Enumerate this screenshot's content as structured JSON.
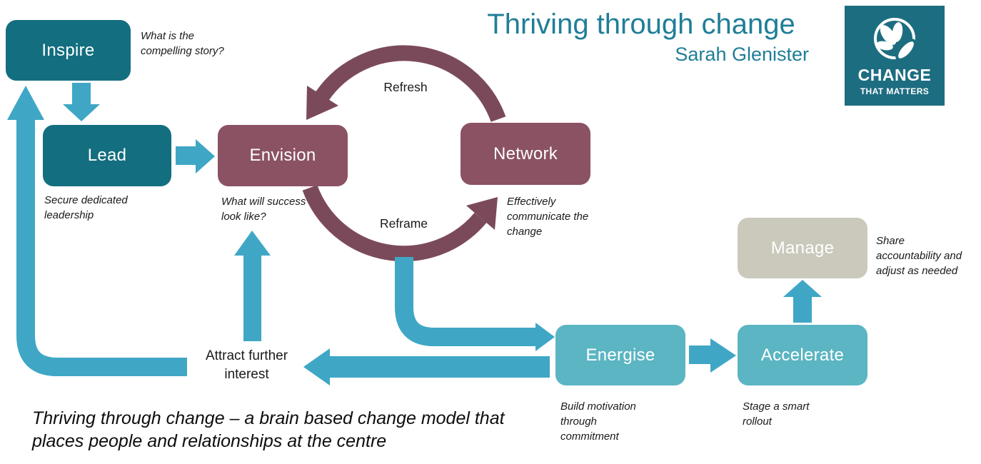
{
  "header": {
    "title": "Thriving through change",
    "subtitle": "Sarah Glenister"
  },
  "logo": {
    "icon": "lotus-leaves-icon",
    "word1": "CHANGE",
    "word2": "THAT MATTERS"
  },
  "cycle": {
    "top_label": "Refresh",
    "bottom_label": "Reframe"
  },
  "nodes": {
    "inspire": {
      "label": "Inspire",
      "note": "What is the\ncompelling story?"
    },
    "lead": {
      "label": "Lead",
      "note": "Secure dedicated\nleadership"
    },
    "envision": {
      "label": "Envision",
      "note": "What will success\nlook like?"
    },
    "network": {
      "label": "Network",
      "note": "Effectively\ncommunicate the\nchange"
    },
    "manage": {
      "label": "Manage",
      "note": "Share\naccountability and\nadjust as needed"
    },
    "energise": {
      "label": "Energise",
      "note": "Build motivation\nthrough\ncommitment"
    },
    "accelerate": {
      "label": "Accelerate",
      "note": "Stage a smart\nrollout"
    }
  },
  "flow_labels": {
    "attract": "Attract further\ninterest"
  },
  "caption": "Thriving through change – a brain based change model that\nplaces people and relationships at the centre",
  "colors": {
    "dark_teal": "#136e7f",
    "plum_box": "#8a5263",
    "plum_arc": "#7b4a5a",
    "arrow_teal": "#3fa7c5",
    "mid_teal": "#5bb5c3",
    "grey_box": "#cac9bc",
    "title_teal": "#1f7e97",
    "logo_teal": "#1d6d81",
    "text_dark": "#1a1a1a"
  }
}
